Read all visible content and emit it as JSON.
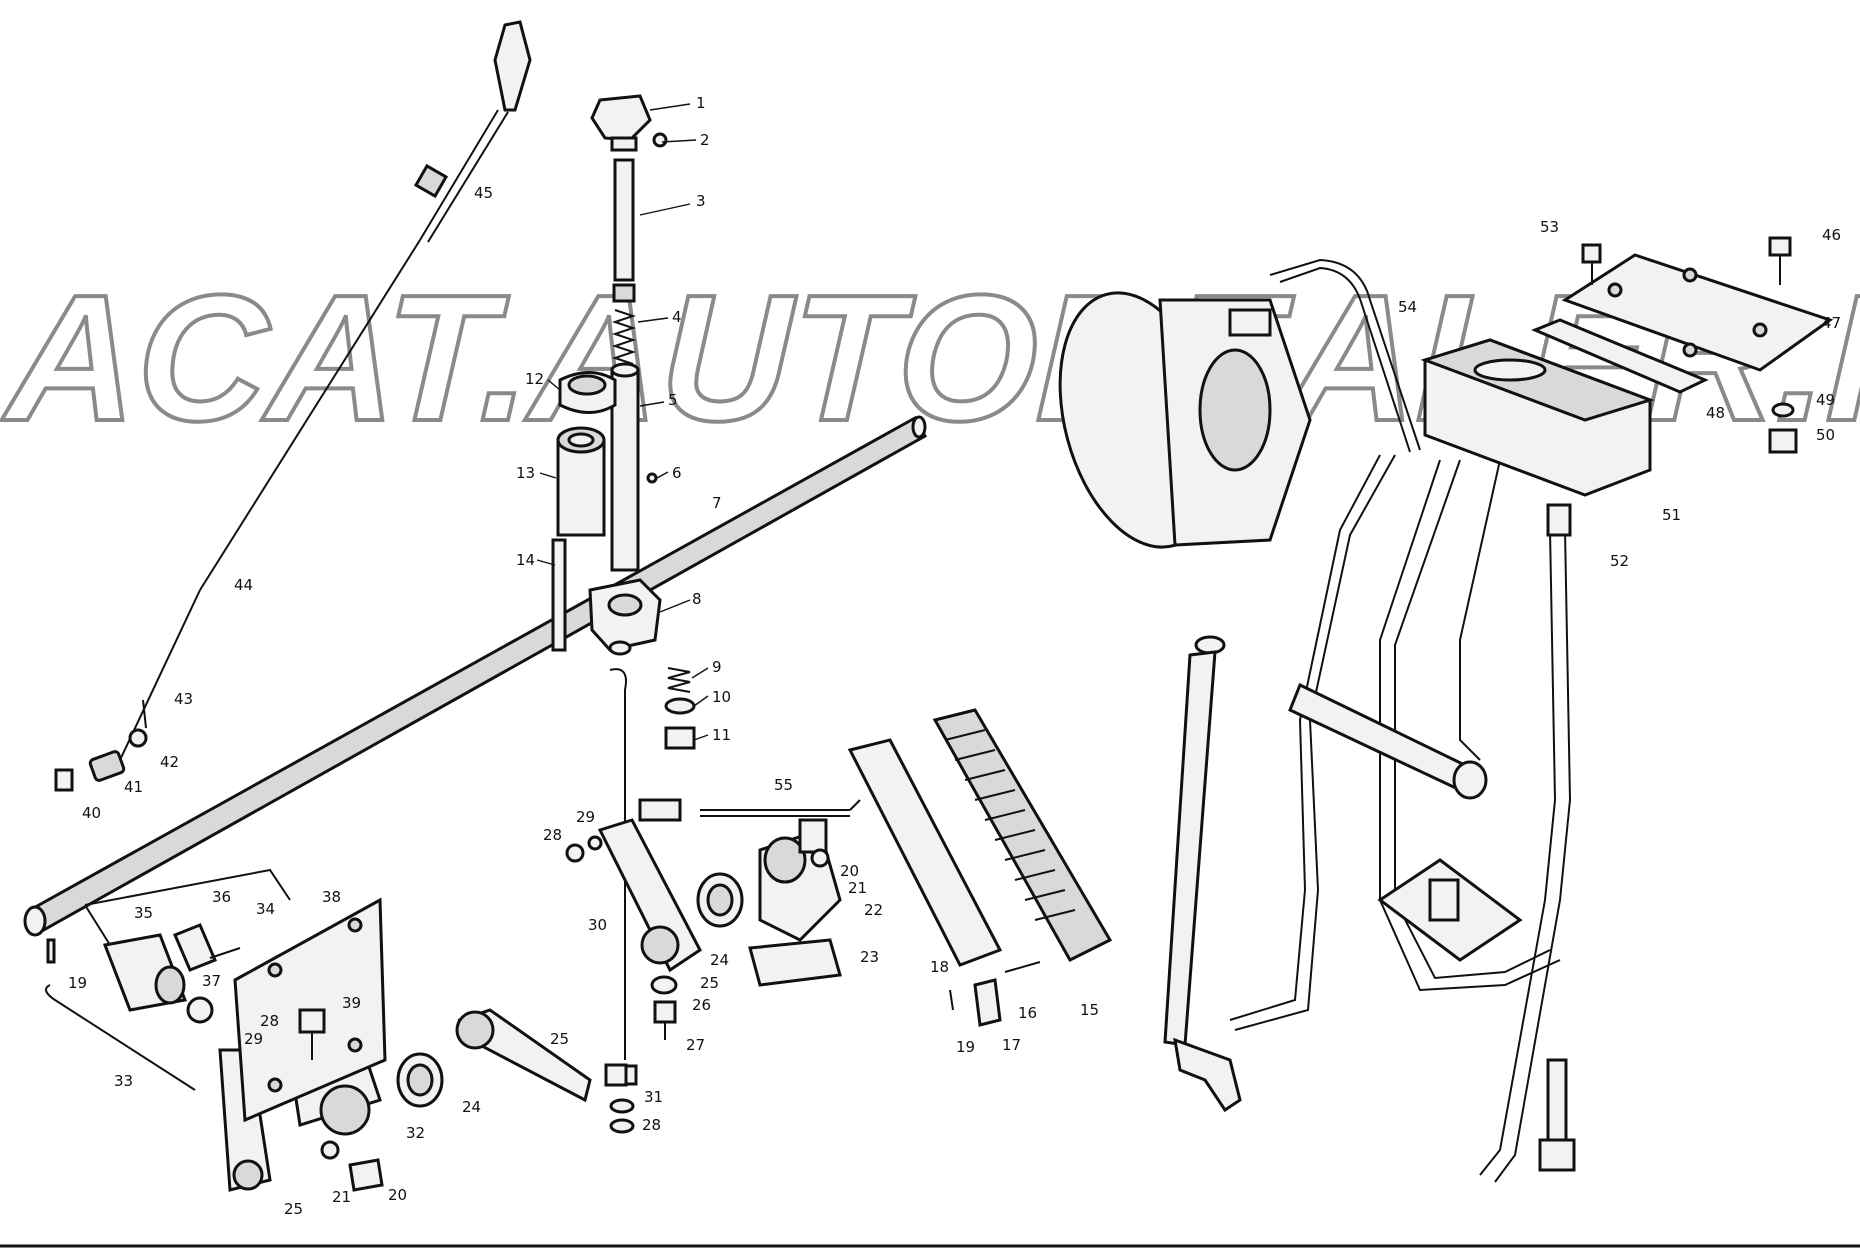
{
  "watermark": {
    "line1": "ACAT.AUTODEALER.RU"
  },
  "callouts": [
    {
      "id": "c1",
      "label": "1"
    },
    {
      "id": "c2",
      "label": "2"
    },
    {
      "id": "c3",
      "label": "3"
    },
    {
      "id": "c4",
      "label": "4"
    },
    {
      "id": "c5",
      "label": "5"
    },
    {
      "id": "c6",
      "label": "6"
    },
    {
      "id": "c7",
      "label": "7"
    },
    {
      "id": "c8",
      "label": "8"
    },
    {
      "id": "c9",
      "label": "9"
    },
    {
      "id": "c10",
      "label": "10"
    },
    {
      "id": "c11",
      "label": "11"
    },
    {
      "id": "c12",
      "label": "12"
    },
    {
      "id": "c13",
      "label": "13"
    },
    {
      "id": "c14",
      "label": "14"
    },
    {
      "id": "c15",
      "label": "15"
    },
    {
      "id": "c16",
      "label": "16"
    },
    {
      "id": "c17",
      "label": "17"
    },
    {
      "id": "c18",
      "label": "18"
    },
    {
      "id": "c19a",
      "label": "19"
    },
    {
      "id": "c19b",
      "label": "19"
    },
    {
      "id": "c20a",
      "label": "20"
    },
    {
      "id": "c20b",
      "label": "20"
    },
    {
      "id": "c21a",
      "label": "21"
    },
    {
      "id": "c21b",
      "label": "21"
    },
    {
      "id": "c22",
      "label": "22"
    },
    {
      "id": "c23",
      "label": "23"
    },
    {
      "id": "c24a",
      "label": "24"
    },
    {
      "id": "c24b",
      "label": "24"
    },
    {
      "id": "c25a",
      "label": "25"
    },
    {
      "id": "c25b",
      "label": "25"
    },
    {
      "id": "c25c",
      "label": "25"
    },
    {
      "id": "c26",
      "label": "26"
    },
    {
      "id": "c27",
      "label": "27"
    },
    {
      "id": "c28a",
      "label": "28"
    },
    {
      "id": "c28b",
      "label": "28"
    },
    {
      "id": "c28c",
      "label": "28"
    },
    {
      "id": "c29a",
      "label": "29"
    },
    {
      "id": "c29b",
      "label": "29"
    },
    {
      "id": "c30",
      "label": "30"
    },
    {
      "id": "c31",
      "label": "31"
    },
    {
      "id": "c32",
      "label": "32"
    },
    {
      "id": "c33",
      "label": "33"
    },
    {
      "id": "c34",
      "label": "34"
    },
    {
      "id": "c35",
      "label": "35"
    },
    {
      "id": "c36",
      "label": "36"
    },
    {
      "id": "c37",
      "label": "37"
    },
    {
      "id": "c38",
      "label": "38"
    },
    {
      "id": "c39",
      "label": "39"
    },
    {
      "id": "c40",
      "label": "40"
    },
    {
      "id": "c41",
      "label": "41"
    },
    {
      "id": "c42",
      "label": "42"
    },
    {
      "id": "c43",
      "label": "43"
    },
    {
      "id": "c44",
      "label": "44"
    },
    {
      "id": "c45",
      "label": "45"
    },
    {
      "id": "c46",
      "label": "46"
    },
    {
      "id": "c47",
      "label": "47"
    },
    {
      "id": "c48",
      "label": "48"
    },
    {
      "id": "c49",
      "label": "49"
    },
    {
      "id": "c50",
      "label": "50"
    },
    {
      "id": "c51",
      "label": "51"
    },
    {
      "id": "c52",
      "label": "52"
    },
    {
      "id": "c53",
      "label": "53"
    },
    {
      "id": "c54",
      "label": "54"
    },
    {
      "id": "c55",
      "label": "55"
    }
  ]
}
